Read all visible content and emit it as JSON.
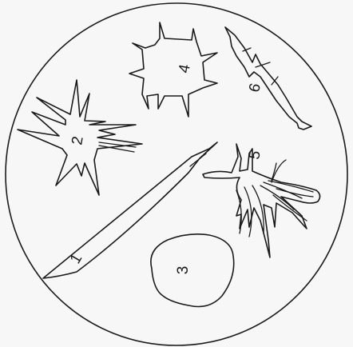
{
  "figure": {
    "labels": {
      "n1": "1",
      "n2": "2",
      "n3": "3",
      "n4": "4",
      "n5": "5",
      "n6": "6"
    }
  }
}
